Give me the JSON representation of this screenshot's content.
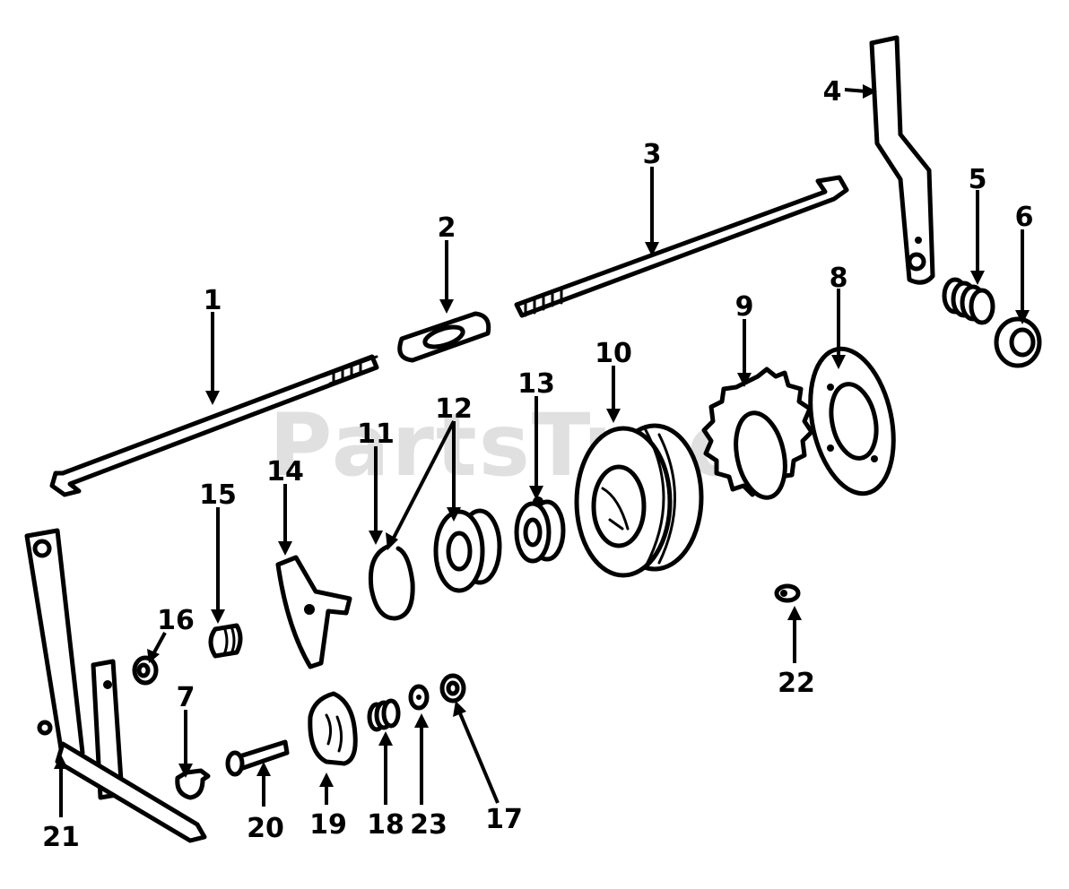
{
  "watermark": {
    "text": "PartsTree",
    "tm": "™"
  },
  "callouts": [
    {
      "id": "1",
      "label": "1"
    },
    {
      "id": "2",
      "label": "2"
    },
    {
      "id": "3",
      "label": "3"
    },
    {
      "id": "4",
      "label": "4"
    },
    {
      "id": "5",
      "label": "5"
    },
    {
      "id": "6",
      "label": "6"
    },
    {
      "id": "7",
      "label": "7"
    },
    {
      "id": "8",
      "label": "8"
    },
    {
      "id": "9",
      "label": "9"
    },
    {
      "id": "10",
      "label": "10"
    },
    {
      "id": "11",
      "label": "11"
    },
    {
      "id": "12",
      "label": "12"
    },
    {
      "id": "13",
      "label": "13"
    },
    {
      "id": "14",
      "label": "14"
    },
    {
      "id": "15",
      "label": "15"
    },
    {
      "id": "16",
      "label": "16"
    },
    {
      "id": "17",
      "label": "17"
    },
    {
      "id": "18",
      "label": "18"
    },
    {
      "id": "19",
      "label": "19"
    },
    {
      "id": "20",
      "label": "20"
    },
    {
      "id": "21",
      "label": "21"
    },
    {
      "id": "22",
      "label": "22"
    },
    {
      "id": "23",
      "label": "23"
    }
  ]
}
